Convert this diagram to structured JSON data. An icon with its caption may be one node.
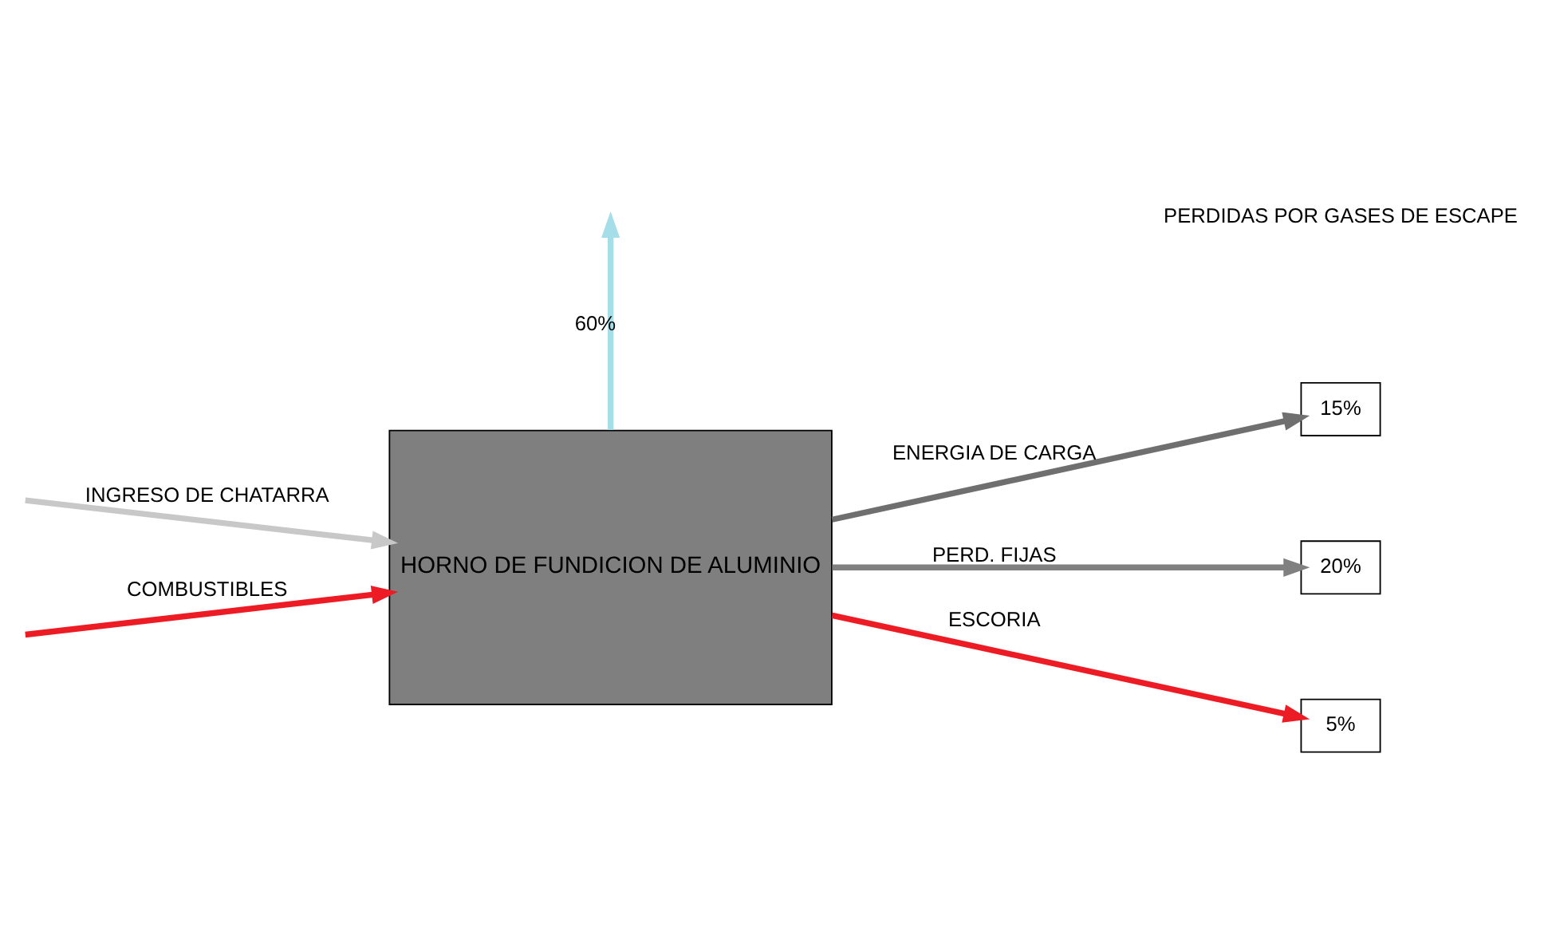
{
  "diagram": {
    "nodes": [
      {
        "text": [
          "HORNO DE FUNDICION DE ALUMINIO"
        ]
      },
      {
        "text": [
          "15%"
        ]
      },
      {
        "text": [
          "20%"
        ]
      },
      {
        "text": [
          "5%"
        ]
      }
    ],
    "edges": [
      {
        "from": null,
        "to": 0,
        "arrow": "to",
        "label": "INGRESO DE CHATARRA",
        "color": "#c8c8c8"
      },
      {
        "from": null,
        "to": 0,
        "arrow": "to",
        "label": "COMBUSTIBLES",
        "color": "#ed1c24"
      },
      {
        "from": 0,
        "to": null,
        "arrow": "to",
        "label": "60%",
        "color": "#a5dde9"
      },
      {
        "from": 0,
        "to": 1,
        "arrow": "to",
        "label": "ENERGIA DE CARGA",
        "color": "#6f6f6f"
      },
      {
        "from": 0,
        "to": 2,
        "arrow": "to",
        "label": "PERD. FIJAS",
        "color": "#808080"
      },
      {
        "from": 0,
        "to": 3,
        "arrow": "to",
        "label": "ESCORIA",
        "color": "#ed1c24"
      }
    ],
    "labels": [
      "PERDIDAS POR GASES DE ESCAPE"
    ]
  }
}
